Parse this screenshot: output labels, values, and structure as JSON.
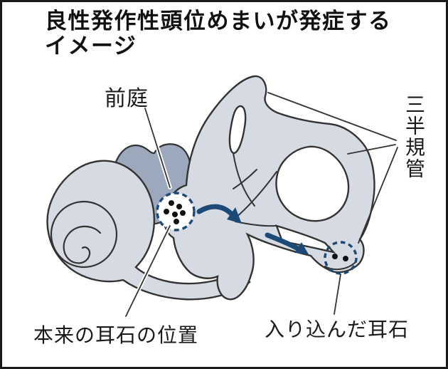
{
  "title": {
    "line1": "良性発作性頭位めまいが発症する",
    "line2": "イメージ"
  },
  "labels": {
    "vestibule": "前庭",
    "semicircular_canals": "三半規管",
    "original_otolith_position": "本来の耳石の位置",
    "displaced_otoliths": "入り込んだ耳石"
  },
  "diagram": {
    "otolith_dots_in_vestibule": 6,
    "otolith_dots_displaced": 2,
    "arrow_count": 2
  },
  "colors": {
    "background": "#ffffff",
    "frame_border": "#1a1a1a",
    "inner_ear_fill": "#d6dae3",
    "vestibule_back_fill": "#9ca8bc",
    "outline": "#333333",
    "arrow_blue": "#1b4a76",
    "dashed_circle_blue": "#1b4a76",
    "text": "#1a1a1a"
  }
}
